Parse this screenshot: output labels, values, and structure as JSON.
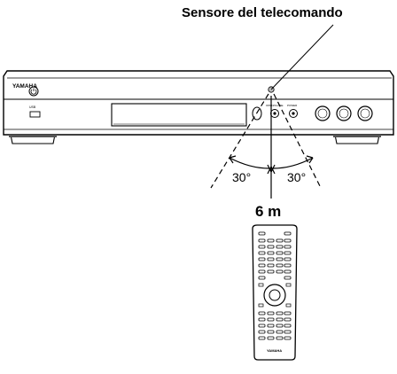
{
  "labels": {
    "sensor": "Sensore del telecomando",
    "angle_left": "30°",
    "angle_right": "30°",
    "distance": "6 m"
  },
  "player": {
    "brand": "YAMAHA",
    "usb_label": "USB",
    "button_label": "OPEN/CLOSE",
    "button_label_2": "POWER"
  },
  "remote": {
    "brand": "YAMAHA"
  }
}
